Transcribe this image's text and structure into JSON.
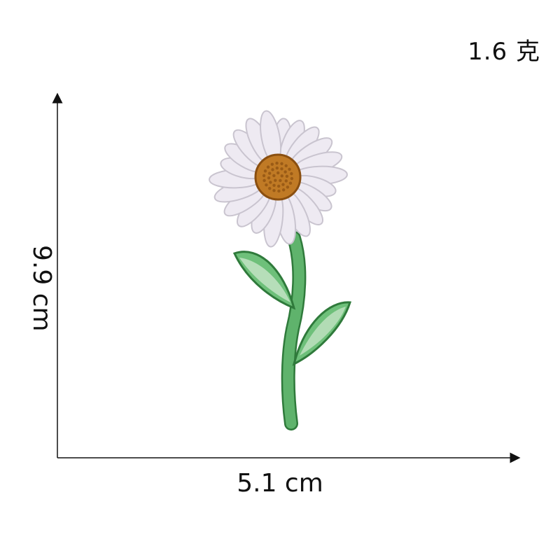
{
  "dimensions": {
    "weight": "1.6 克",
    "width": "5.1 cm",
    "height": "9.9 cm"
  },
  "colors": {
    "petal": "#eeeaf2",
    "petal_edge": "#c9c4cf",
    "center": "#c07a25",
    "center_dark": "#8a4f10",
    "stem": "#5fb36c",
    "stem_edge": "#2f7a3b",
    "leaf_light": "#cfe8cf"
  },
  "image": {
    "subject": "embroidered-daisy-patch"
  }
}
